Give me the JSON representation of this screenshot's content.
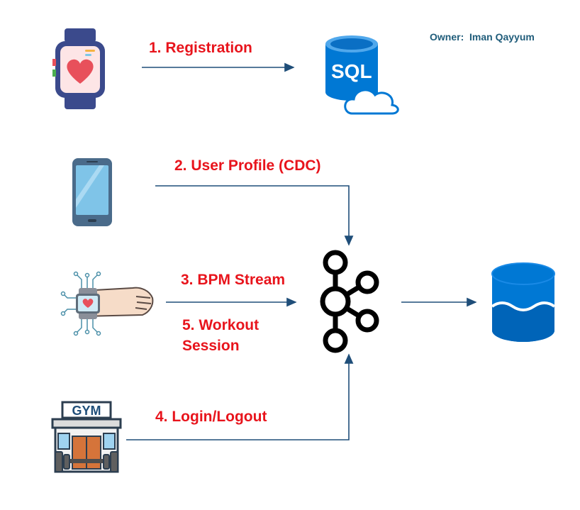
{
  "owner": {
    "prefix": "Owner:",
    "name": "Iman Qayyum"
  },
  "flows": [
    {
      "label": "1. Registration"
    },
    {
      "label": "2. User Profile (CDC)"
    },
    {
      "label": "3. BPM Stream"
    },
    {
      "label": "5. Workout",
      "label2": "Session"
    },
    {
      "label": "4. Login/Logout"
    }
  ],
  "icons": {
    "sql": "SQL",
    "gym": "GYM"
  },
  "colors": {
    "label_red": "#e8141c",
    "arrow": "#1f4e79",
    "db_blue": "#0078d4",
    "owner": "#1f5c7a"
  }
}
